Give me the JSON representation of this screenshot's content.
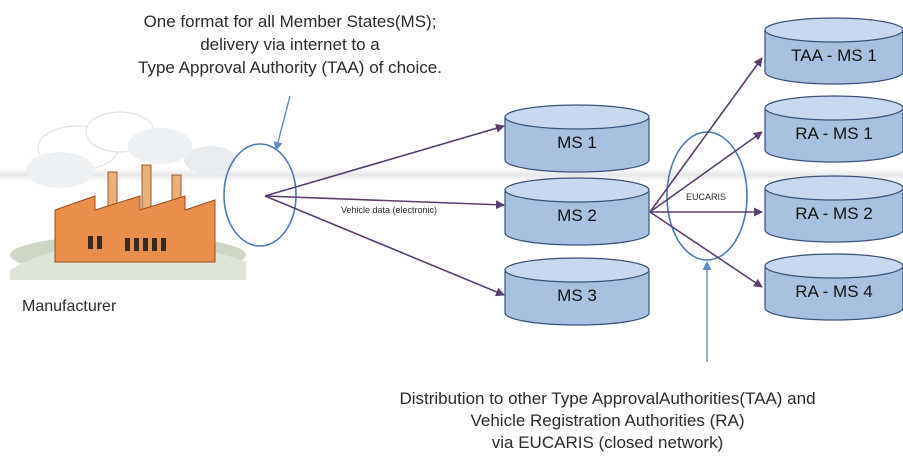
{
  "annotations": {
    "top_note": [
      "One format for all Member States(MS);",
      "delivery via internet to a",
      "Type Approval Authority (TAA) of choice."
    ],
    "bottom_note": [
      "Distribution to other Type ApprovalAuthorities(TAA) and",
      "Vehicle Registration Authorities (RA)",
      "via EUCARIS (closed network)"
    ],
    "manufacturer": "Manufacturer",
    "vehicle_data": "Vehicle data (electronic)",
    "eucaris": "EUCARIS"
  },
  "member_states": [
    "MS 1",
    "MS 2",
    "MS 3"
  ],
  "authorities": [
    "TAA - MS 1",
    "RA - MS 1",
    "RA - MS 2",
    "RA - MS 4"
  ],
  "colors": {
    "cylinder_fill": "#a9c1e0",
    "cylinder_top": "#c8d8ee",
    "cylinder_stroke": "#38527a",
    "arrow": "#5b3e6e",
    "ellipse_stroke": "#4a7ab8",
    "callout_stroke": "#5e8bc4"
  }
}
